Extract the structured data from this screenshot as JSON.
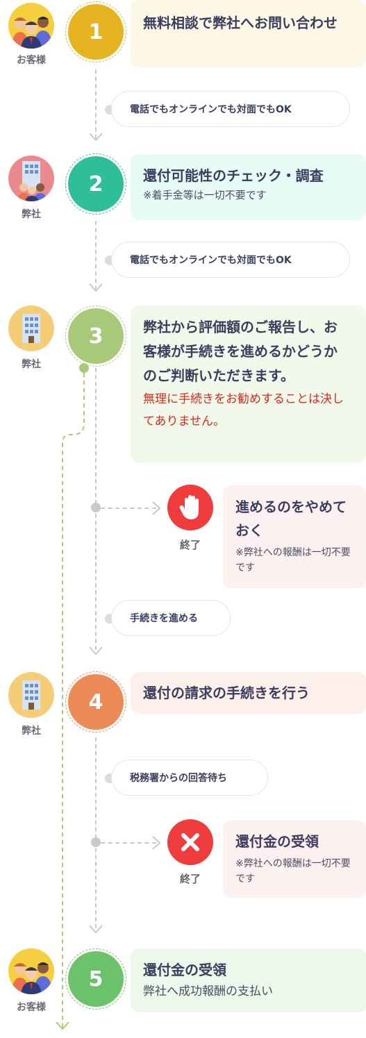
{
  "steps": [
    {
      "number": "1",
      "actor": "お客様",
      "title": "無料相談で弊社へお問い合わせ",
      "color": "#e6b321",
      "bg": "#fdf7e6"
    },
    {
      "number": "2",
      "actor": "弊社",
      "title": "還付可能性のチェック・調査",
      "sub": "※着手金等は一切不要です",
      "color": "#2fbe9a",
      "bg": "#e7fbf7"
    },
    {
      "number": "3",
      "actor": "弊社",
      "title": "弊社から評価額のご報告し、お客様が手続きを進めるかどうかのご判断いただきます。",
      "note": "無理に手続きをお勧めすることは決してありません。",
      "color": "#a9c97a",
      "bg": "#f3f9ea"
    },
    {
      "number": "4",
      "actor": "弊社",
      "title": "還付の請求の手続きを行う",
      "color": "#ec8b55",
      "bg": "#fdf0ea"
    },
    {
      "number": "5",
      "actor": "お客様",
      "title": "還付金の受領",
      "sub": "弊社へ成功報酬の支払い",
      "color": "#6cc26a",
      "bg": "#ecf9ea"
    }
  ],
  "pills": {
    "p1": "電話でもオンラインでも対面でもOK",
    "p2": "電話でもオンラインでも対面でもOK",
    "p3": "手続きを進める",
    "p4": "税務署からの回答待ち"
  },
  "ends": [
    {
      "icon": "stop-hand-icon",
      "label": "終了",
      "title": "進めるのをやめておく",
      "sub": "※弊社への報酬は一切不要です"
    },
    {
      "icon": "cross-icon",
      "label": "終了",
      "title": "還付金の受領",
      "sub": "※弊社への報酬は一切不要です"
    }
  ]
}
